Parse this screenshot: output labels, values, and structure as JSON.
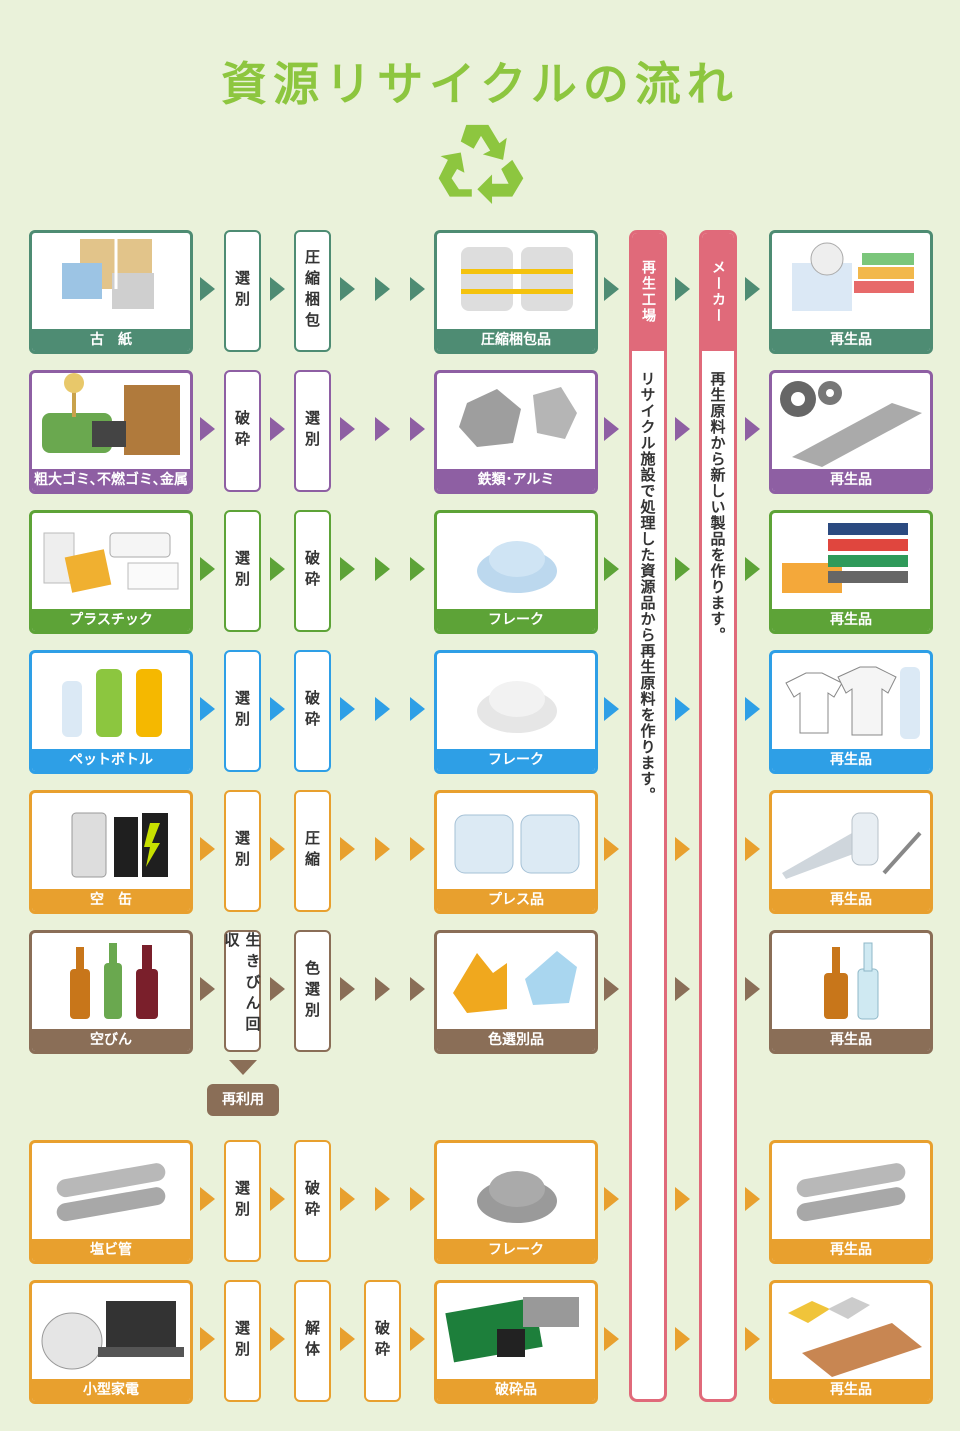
{
  "title": "資源リサイクルの流れ",
  "columns": {
    "factory": {
      "label": "再生工場",
      "desc": "リサイクル施設で処理した資源品から再生原料を作ります。"
    },
    "maker": {
      "label": "メーカー",
      "desc": "再生原料から新しい製品を作ります。"
    }
  },
  "reuse_label": "再利用",
  "colors": {
    "background": "#eaf2da",
    "title": "#8dc63f",
    "pink": "#e06a7a",
    "rows": [
      "#4e8c73",
      "#8e5fa3",
      "#5da337",
      "#2e9fe6",
      "#e8a02e",
      "#8a6e57",
      "#e8a02e",
      "#e8a02e"
    ]
  },
  "rows": [
    {
      "source": "古　紙",
      "steps": [
        "選別",
        "圧縮梱包"
      ],
      "material": "圧縮梱包品",
      "product": "再生品",
      "source_icon": "paper-bundles-icon",
      "material_icon": "bales-icon",
      "product_icon": "tissue-books-icon"
    },
    {
      "source": "粗大ゴミ､不燃ゴミ､金属",
      "steps": [
        "破砕",
        "選別"
      ],
      "material": "鉄類･アルミ",
      "product": "再生品",
      "source_icon": "bulky-waste-icon",
      "material_icon": "scrap-metal-icon",
      "product_icon": "gears-plate-icon"
    },
    {
      "source": "プラスチック",
      "steps": [
        "選別",
        "破砕"
      ],
      "material": "フレーク",
      "product": "再生品",
      "source_icon": "plastic-packaging-icon",
      "material_icon": "flakes-icon",
      "product_icon": "pallets-icon"
    },
    {
      "source": "ペットボトル",
      "steps": [
        "選別",
        "破砕"
      ],
      "material": "フレーク",
      "product": "再生品",
      "source_icon": "pet-bottles-icon",
      "material_icon": "flakes-icon",
      "product_icon": "clothes-bottle-icon"
    },
    {
      "source": "空　缶",
      "steps": [
        "選別",
        "圧縮"
      ],
      "material": "プレス品",
      "product": "再生品",
      "source_icon": "cans-icon",
      "material_icon": "pressed-cans-icon",
      "product_icon": "foil-nails-icon"
    },
    {
      "source": "空びん",
      "steps": [
        "生きびん回収",
        "色選別"
      ],
      "material": "色選別品",
      "product": "再生品",
      "source_icon": "glass-bottles-icon",
      "material_icon": "cullet-icon",
      "product_icon": "new-bottles-icon"
    },
    {
      "source": "塩ビ管",
      "steps": [
        "選別",
        "破砕"
      ],
      "material": "フレーク",
      "product": "再生品",
      "source_icon": "pvc-pipes-icon",
      "material_icon": "grey-flakes-icon",
      "product_icon": "pvc-pipes-icon"
    },
    {
      "source": "小型家電",
      "steps": [
        "選別",
        "解体",
        "破砕"
      ],
      "material": "破砕品",
      "product": "再生品",
      "source_icon": "appliances-icon",
      "material_icon": "circuit-boards-icon",
      "product_icon": "metal-ingots-icon"
    }
  ]
}
